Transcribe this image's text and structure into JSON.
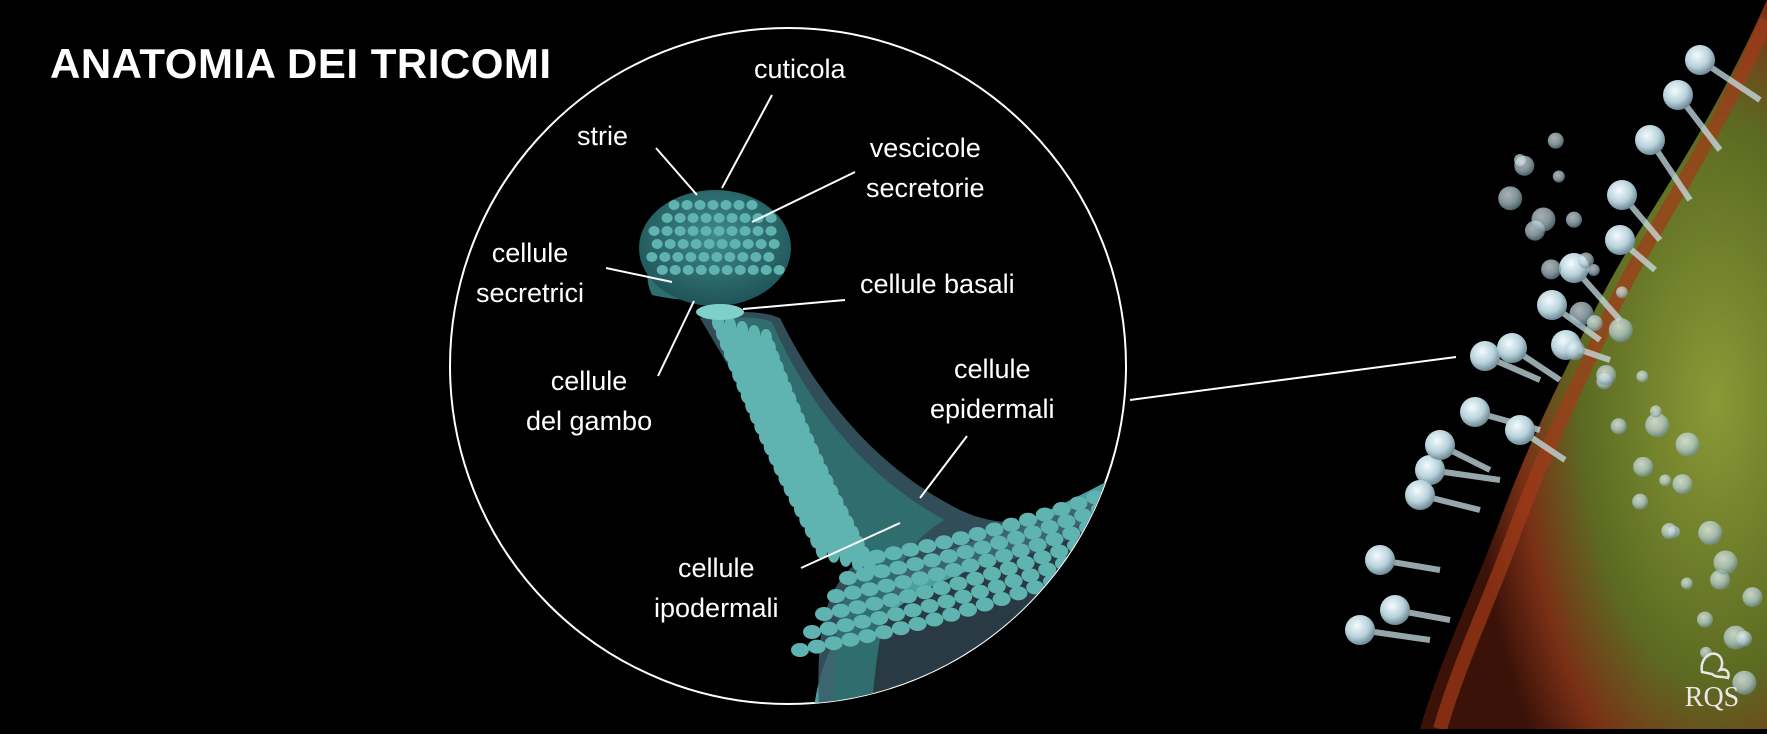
{
  "title": "ANATOMIA DEI TRICOMI",
  "labels": {
    "cuticola": "cuticola",
    "strie": "strie",
    "vescicole_line1": "vescicole",
    "vescicole_line2": "secretorie",
    "secretrici_line1": "cellule",
    "secretrici_line2": "secretrici",
    "basali": "cellule basali",
    "gambo_line1": "cellule",
    "gambo_line2": "del gambo",
    "epidermali_line1": "cellule",
    "epidermali_line2": "epidermali",
    "ipodermali_line1": "cellule",
    "ipodermali_line2": "ipodermali"
  },
  "logo": {
    "text": "RQS"
  },
  "colors": {
    "background": "#000000",
    "text": "#ffffff",
    "cell_fill": "#5fb3b0",
    "cell_dark": "#2f6d6f",
    "tissue_dark": "#2a3a44",
    "plant_green": "#6a7a2a",
    "plant_red": "#8a2a14",
    "trichome_glass": "#c9dfe6"
  }
}
